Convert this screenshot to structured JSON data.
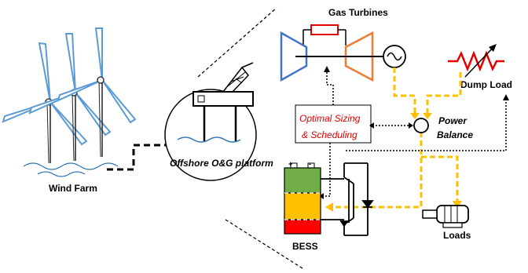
{
  "labels": {
    "gas_turbines": "Gas Turbines",
    "dump_load": "Dump Load",
    "power": "Power",
    "balance": "Balance",
    "optimal_line1": "Optimal Sizing",
    "optimal_line2": "& Scheduling",
    "offshore_platform": "Offshore O&G platform",
    "wind_farm": "Wind Farm",
    "bess": "BESS",
    "loads": "Loads",
    "bess_plus": "+",
    "bess_minus": "-"
  },
  "colors": {
    "turbine_blue": "#4472c4",
    "turbine_orange": "#ed7d31",
    "heater_red": "#e00000",
    "power_flow": "#ffc000",
    "battery_green": "#70ad47",
    "battery_yellow": "#ffc000",
    "battery_red": "#ff0000",
    "wind_blue": "#5b9bd5",
    "water_blue": "#2e75b6",
    "text_red": "#e00000"
  },
  "icons": {
    "wind_turbines": "wind-turbine-icon",
    "platform": "oil-platform-icon",
    "generator": "ac-generator-icon",
    "resistor": "variable-resistor-icon",
    "igbt": "igbt-converter-icon",
    "motor": "motor-load-icon",
    "battery": "battery-icon"
  }
}
